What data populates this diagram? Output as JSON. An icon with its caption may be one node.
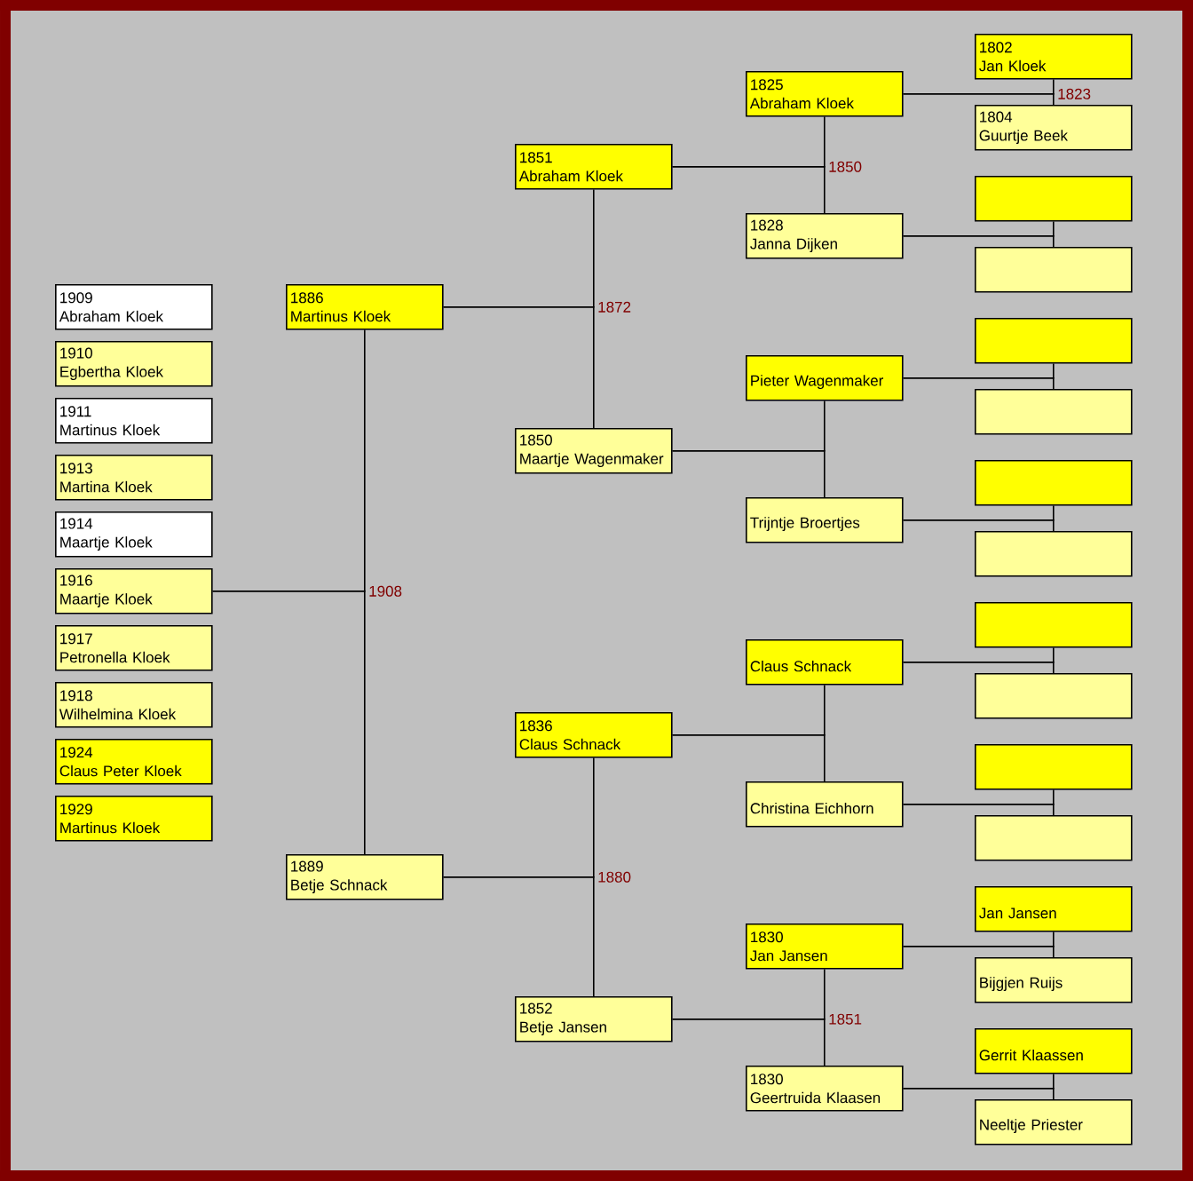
{
  "diagram": {
    "nodes": [
      {
        "text": [
          "1909",
          "Abraham Kloek"
        ]
      },
      {
        "text": [
          "1910",
          "Egbertha Kloek"
        ]
      },
      {
        "text": [
          "1911",
          "Martinus Kloek"
        ]
      },
      {
        "text": [
          "1913",
          "Martina Kloek"
        ]
      },
      {
        "text": [
          "1914",
          "Maartje Kloek"
        ]
      },
      {
        "text": [
          "1916",
          "Maartje Kloek"
        ]
      },
      {
        "text": [
          "1917",
          "Petronella Kloek"
        ]
      },
      {
        "text": [
          "1918",
          "Wilhelmina Kloek"
        ]
      },
      {
        "text": [
          "1924",
          "Claus Peter Kloek"
        ]
      },
      {
        "text": [
          "1929",
          "Martinus Kloek"
        ]
      },
      {
        "text": [
          "1886",
          "Martinus Kloek"
        ]
      },
      {
        "text": [
          "1889",
          "Betje Schnack"
        ]
      },
      {
        "text": [
          "1851",
          "Abraham Kloek"
        ]
      },
      {
        "text": [
          "1850",
          "Maartje Wagenmaker"
        ]
      },
      {
        "text": [
          "1836",
          "Claus Schnack"
        ]
      },
      {
        "text": [
          "1852",
          "Betje Jansen"
        ]
      },
      {
        "text": [
          "1825",
          "Abraham Kloek"
        ]
      },
      {
        "text": [
          "1828",
          "Janna Dijken"
        ]
      },
      {
        "text": [
          "Pieter Wagenmaker"
        ]
      },
      {
        "text": [
          "Trijntje Broertjes"
        ]
      },
      {
        "text": [
          "Claus Schnack"
        ]
      },
      {
        "text": [
          "Christina Eichhorn"
        ]
      },
      {
        "text": [
          "1830",
          "Jan Jansen"
        ]
      },
      {
        "text": [
          "1830",
          "Geertruida Klaasen"
        ]
      },
      {
        "text": [
          "1802",
          "Jan Kloek"
        ]
      },
      {
        "text": [
          "1804",
          "Guurtje Beek"
        ]
      },
      {
        "text": [],
        "shape": "box"
      },
      {
        "text": [],
        "shape": "box"
      },
      {
        "text": [],
        "shape": "box"
      },
      {
        "text": [],
        "shape": "box"
      },
      {
        "text": [],
        "shape": "box"
      },
      {
        "text": [],
        "shape": "box"
      },
      {
        "text": [],
        "shape": "box"
      },
      {
        "text": [],
        "shape": "box"
      },
      {
        "text": [],
        "shape": "box"
      },
      {
        "text": [],
        "shape": "box"
      },
      {
        "text": [
          "Jan Jansen"
        ]
      },
      {
        "text": [
          "Bijgjen Ruijs"
        ]
      },
      {
        "text": [
          "Gerrit Klaassen"
        ]
      },
      {
        "text": [
          "Neeltje Priester"
        ]
      }
    ],
    "edges": [
      {
        "from": 5,
        "to": 10,
        "arrow": "none",
        "label": "1908"
      },
      {
        "from": 5,
        "to": 11,
        "arrow": "none"
      },
      {
        "from": 10,
        "to": 12,
        "arrow": "none",
        "label": "1872"
      },
      {
        "from": 10,
        "to": 13,
        "arrow": "none"
      },
      {
        "from": 11,
        "to": 14,
        "arrow": "none",
        "label": "1880"
      },
      {
        "from": 11,
        "to": 15,
        "arrow": "none"
      },
      {
        "from": 12,
        "to": 16,
        "arrow": "none",
        "label": "1850"
      },
      {
        "from": 12,
        "to": 17,
        "arrow": "none"
      },
      {
        "from": 13,
        "to": 18,
        "arrow": "none"
      },
      {
        "from": 13,
        "to": 19,
        "arrow": "none"
      },
      {
        "from": 14,
        "to": 20,
        "arrow": "none"
      },
      {
        "from": 14,
        "to": 21,
        "arrow": "none"
      },
      {
        "from": 15,
        "to": 22,
        "arrow": "none",
        "label": "1851"
      },
      {
        "from": 15,
        "to": 23,
        "arrow": "none"
      },
      {
        "from": 16,
        "to": 24,
        "arrow": "none",
        "label": "1823"
      },
      {
        "from": 16,
        "to": 25,
        "arrow": "none"
      },
      {
        "from": 17,
        "to": 26,
        "arrow": "none"
      },
      {
        "from": 17,
        "to": 27,
        "arrow": "none"
      },
      {
        "from": 18,
        "to": 28,
        "arrow": "none"
      },
      {
        "from": 18,
        "to": 29,
        "arrow": "none"
      },
      {
        "from": 19,
        "to": 30,
        "arrow": "none"
      },
      {
        "from": 19,
        "to": 31,
        "arrow": "none"
      },
      {
        "from": 20,
        "to": 32,
        "arrow": "none"
      },
      {
        "from": 20,
        "to": 33,
        "arrow": "none"
      },
      {
        "from": 21,
        "to": 34,
        "arrow": "none"
      },
      {
        "from": 21,
        "to": 35,
        "arrow": "none"
      },
      {
        "from": 22,
        "to": 36,
        "arrow": "none"
      },
      {
        "from": 22,
        "to": 37,
        "arrow": "none"
      },
      {
        "from": 23,
        "to": 38,
        "arrow": "none"
      },
      {
        "from": 23,
        "to": 39,
        "arrow": "none"
      }
    ]
  }
}
